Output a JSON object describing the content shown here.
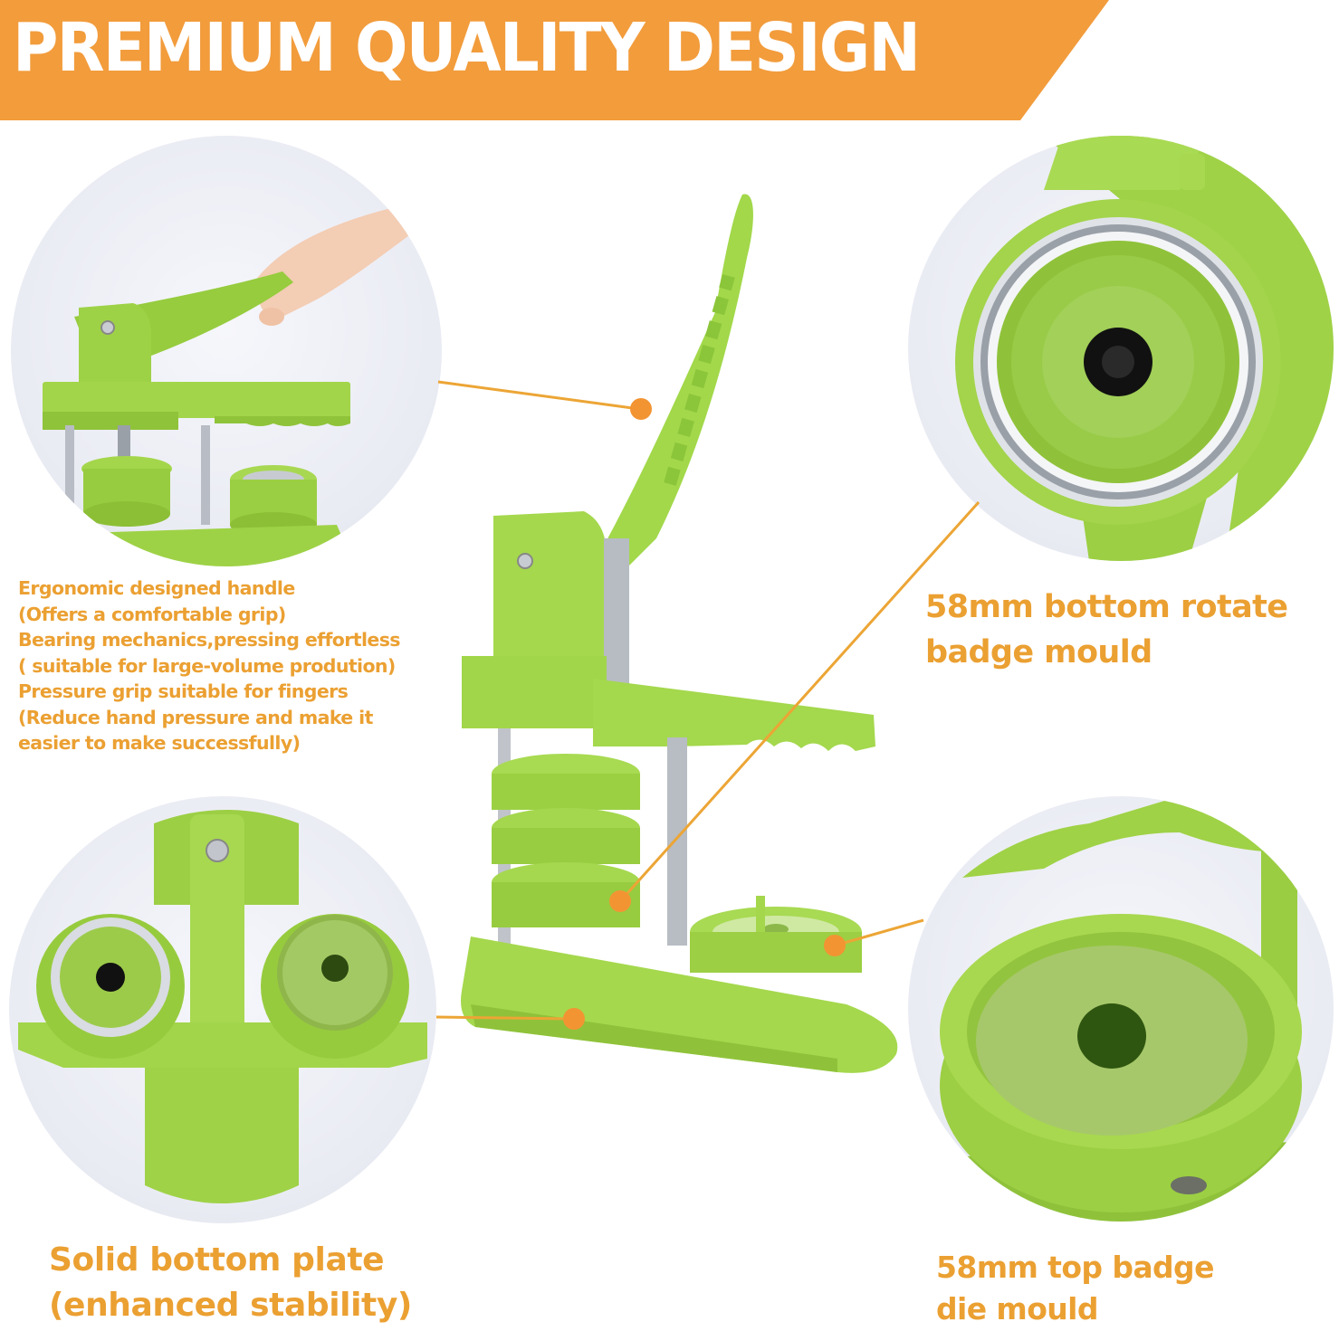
{
  "header": {
    "title": "PREMIUM QUALITY DESIGN",
    "background_color": "#F29C3C",
    "text_color": "#FFFFFF"
  },
  "colors": {
    "accent_orange": "#F29C3C",
    "caption_orange": "#EBA032",
    "product_green": "#A6D94E",
    "product_green_dark": "#86BE32",
    "circle_bg": "#ECEEF5"
  },
  "product_image": {
    "subject": "green badge button maker press machine"
  },
  "features": [
    {
      "id": "handle",
      "image": "hand pressing handle of badge press",
      "lines": [
        "Ergonomic designed handle",
        "(Offers a comfortable grip)",
        "Bearing mechanics,pressing effortless",
        "( suitable for large-volume prodution)",
        "Pressure grip suitable for fingers",
        "(Reduce hand pressure and make it",
        "easier to make successfully)"
      ]
    },
    {
      "id": "bottom-rotate-mould",
      "image": "close-up of bottom rotating mould with chrome ring",
      "lines": [
        "58mm bottom rotate",
        "badge mould"
      ]
    },
    {
      "id": "bottom-plate",
      "image": "top view of base plate with two moulds",
      "lines": [
        "Solid bottom plate",
        "(enhanced stability)"
      ]
    },
    {
      "id": "top-die-mould",
      "image": "close-up of top badge die mould",
      "lines": [
        "58mm top badge",
        "die mould"
      ]
    }
  ]
}
